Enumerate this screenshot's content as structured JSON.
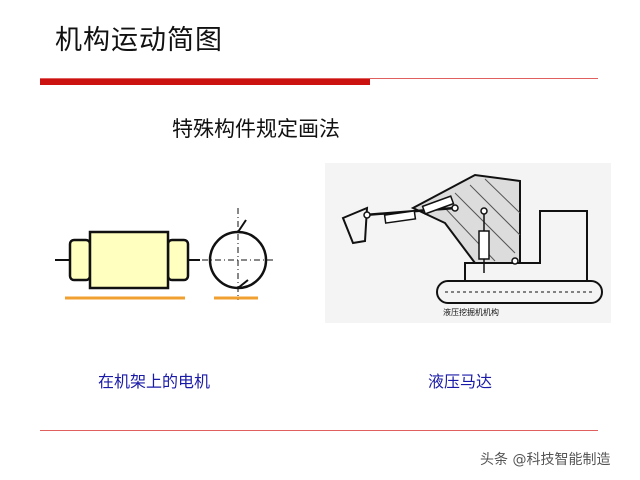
{
  "title": "机构运动简图",
  "subtitle": "特殊构件规定画法",
  "figures": {
    "motor": {
      "caption": "在机架上的电机"
    },
    "hydraulic": {
      "caption": "液压马达",
      "inset_label": "液压挖掘机机构"
    }
  },
  "watermark": "头条 @科技智能制造",
  "colors": {
    "accent_red": "#cc1111",
    "caption_blue": "#1a1aa8",
    "frame_orange": "#f0a030",
    "motor_fill": "#ffffc0"
  }
}
